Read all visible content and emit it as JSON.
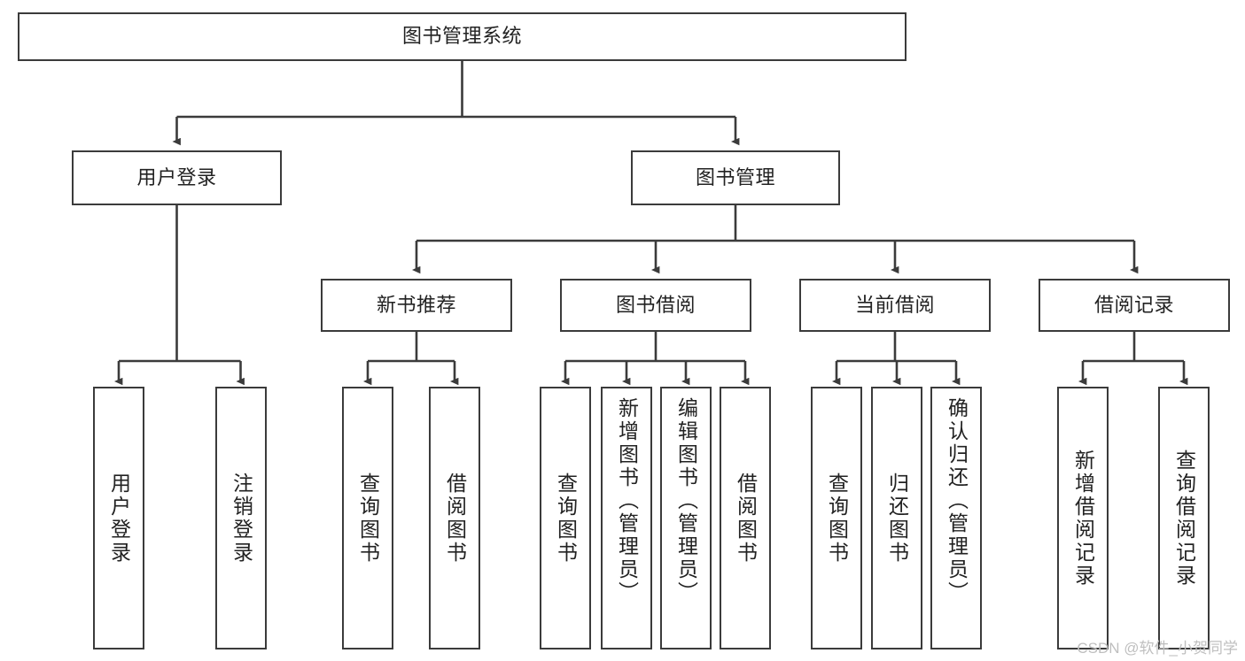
{
  "diagram": {
    "title": "图书管理系统",
    "type": "tree-hierarchy-diagram",
    "colors": {
      "border": "#3b3b3b",
      "background": "#ffffff",
      "text": "#222222",
      "watermark": "#bfbfbf"
    },
    "root": {
      "label": "图书管理系统"
    },
    "level2": [
      {
        "label": "用户登录"
      },
      {
        "label": "图书管理"
      }
    ],
    "level3": [
      {
        "label": "新书推荐"
      },
      {
        "label": "图书借阅"
      },
      {
        "label": "当前借阅"
      },
      {
        "label": "借阅记录"
      }
    ],
    "leaves": {
      "user_login": [
        {
          "label": "用户登录"
        },
        {
          "label": "注销登录"
        }
      ],
      "new_book_recommend": [
        {
          "label": "查询图书"
        },
        {
          "label": "借阅图书"
        }
      ],
      "book_borrow": [
        {
          "label": "查询图书"
        },
        {
          "label": "新增图书（管理员）"
        },
        {
          "label": "编辑图书（管理员）"
        },
        {
          "label": "借阅图书"
        }
      ],
      "current_borrow": [
        {
          "label": "查询图书"
        },
        {
          "label": "归还图书"
        },
        {
          "label": "确认归还（管理员）"
        }
      ],
      "borrow_record": [
        {
          "label": "新增借阅记录"
        },
        {
          "label": "查询借阅记录"
        }
      ]
    }
  },
  "watermark": {
    "text": "CSDN @软件_小贺同学"
  }
}
